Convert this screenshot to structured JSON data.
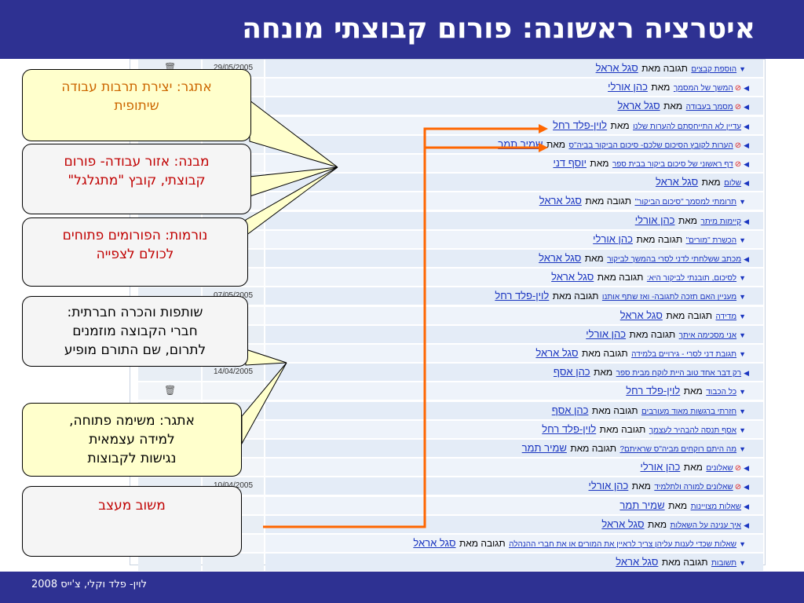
{
  "header": {
    "title": "איטרציה ראשונה: פורום קבוצתי מונחה",
    "bg": "#2e3192"
  },
  "footer": {
    "text": "לוין- פלד וקלי, צ'ייס 2008"
  },
  "callouts": [
    {
      "lines": [
        "אתגר: יצירת תרבות עבודה",
        "שיתופית"
      ],
      "color": "#cc6600"
    },
    {
      "lines": [
        "מבנה: אזור עבודה- פורום",
        "קבוצתי, קובץ \"מתגלגל\""
      ],
      "color": "#c00000"
    },
    {
      "lines": [
        "נורמות: הפורומים פתוחים",
        "לכולם לצפייה"
      ],
      "color": "#c00000"
    },
    {
      "lines": [
        "שותפות והכרה חברתית:",
        "חברי הקבוצה מוזמנים",
        "לתרום, שם התורם מופיע"
      ],
      "color": "#000000"
    },
    {
      "lines": [
        "אתגר: משימה פתוחה,",
        "למידה עצמאית",
        "נגישות לקבוצות"
      ],
      "color": "#000000"
    },
    {
      "lines": [
        "משוב מעצב"
      ],
      "color": "#c00000"
    }
  ],
  "forum": {
    "rows": [
      {
        "icon": "arrow-down",
        "subject": "הוספת קבצים",
        "mid": "תגובה מאת",
        "author": "סגל אראל",
        "date": "29/05/2005",
        "trash": true
      },
      {
        "icon": "arrow-left-red",
        "subject": "המשך של המסמך",
        "mid": "מאת",
        "author": "כהן אורלי",
        "date": "",
        "trash": false
      },
      {
        "icon": "arrow-left-red",
        "subject": "מסמך בעבודה",
        "mid": "מאת",
        "author": "סגל אראל",
        "date": "",
        "trash": false
      },
      {
        "icon": "arrow-left",
        "subject": "עדיין לא התייחסתם להערות שלנו",
        "mid": "מאת",
        "author": "לוין-פלד רחל",
        "date": "",
        "trash": false
      },
      {
        "icon": "arrow-left-red",
        "subject": "הערות לקובץ הסיכום שלכם- סיכום הביקור בביה\"ס",
        "mid": "מאת",
        "author": "שמיר תמר",
        "date": "",
        "trash": false
      },
      {
        "icon": "arrow-left-red",
        "subject": "דף ראשוני של סיכום ביקור בבית ספר",
        "mid": "מאת",
        "author": "יוסף דני",
        "date": "",
        "trash": false
      },
      {
        "icon": "arrow-left",
        "subject": "שלום",
        "mid": "מאת",
        "author": "סגל אראל",
        "date": "",
        "trash": false
      },
      {
        "icon": "arrow-down",
        "subject": "תרומתי למסמך \"סיכום הביקור\"",
        "mid": "תגובה מאת",
        "author": "סגל אראל",
        "date": "",
        "trash": false
      },
      {
        "icon": "arrow-left",
        "subject": "קיימות מיתר",
        "mid": "מאת",
        "author": "כהן אורלי",
        "date": "",
        "trash": false
      },
      {
        "icon": "arrow-down",
        "subject": "הכשרת \"מורים\"",
        "mid": "תגובה מאת",
        "author": "כהן אורלי",
        "date": "",
        "trash": false
      },
      {
        "icon": "arrow-left",
        "subject": "מכתב ששלחתי לדני לסרי בהמשך לביקור",
        "mid": "מאת",
        "author": "סגל אראל",
        "date": "",
        "trash": false
      },
      {
        "icon": "arrow-down",
        "subject": "לסיכום, תובנתי לביקור היא:",
        "mid": "תגובה מאת",
        "author": "סגל אראל",
        "date": "",
        "trash": false
      },
      {
        "icon": "arrow-down",
        "subject": "מעניין האם תזכה לתגובה- ואז שתף אותנו",
        "mid": "תגובה מאת",
        "author": "לוין-פלד רחל",
        "date": "07/05/2005",
        "trash": false
      },
      {
        "icon": "arrow-down",
        "subject": "מדידה",
        "mid": "תגובה מאת",
        "author": "סגל אראל",
        "date": "",
        "trash": false
      },
      {
        "icon": "arrow-down",
        "subject": "אני מסכימה איתך",
        "mid": "תגובה מאת",
        "author": "כהן אורלי",
        "date": "",
        "trash": false
      },
      {
        "icon": "arrow-down",
        "subject": "תגובת דני לסרי - גירויים בלמידה",
        "mid": "תגובה מאת",
        "author": "סגל אראל",
        "date": "",
        "trash": false
      },
      {
        "icon": "arrow-left",
        "subject": "רק דבר אחד טוב היית לוקח מבית ספר",
        "mid": "מאת",
        "author": "כהן אסף",
        "date": "14/04/2005",
        "trash": false
      },
      {
        "icon": "arrow-down",
        "subject": "כל הכבוד",
        "mid": "מאת",
        "author": "לוין-פלד רחל",
        "date": "",
        "trash": true
      },
      {
        "icon": "arrow-down",
        "subject": "חזרתי ברגשות מאוד מעורבים",
        "mid": "תגובה מאת",
        "author": "כהן אסף",
        "date": "",
        "trash": false
      },
      {
        "icon": "arrow-down",
        "subject": "אסף תנסה להבהיר לעצמך",
        "mid": "תגובה מאת",
        "author": "לוין-פלד רחל",
        "date": "",
        "trash": false
      },
      {
        "icon": "arrow-down",
        "subject": "מה היתם רוקחים מביה\"ס שראיתם?",
        "mid": "תגובה מאת",
        "author": "שמיר תמר",
        "date": "",
        "trash": false
      },
      {
        "icon": "arrow-left-red",
        "subject": "שאלונים",
        "mid": "מאת",
        "author": "כהן אורלי",
        "date": "",
        "trash": false
      },
      {
        "icon": "arrow-left-red",
        "subject": "שאלונים למורה ולתלמיד",
        "mid": "מאת",
        "author": "כהן אורלי",
        "date": "10/04/2005",
        "trash": false
      },
      {
        "icon": "arrow-left",
        "subject": "שאלות מצויינות",
        "mid": "מאת",
        "author": "שמיר תמר",
        "date": "",
        "trash": false
      },
      {
        "icon": "arrow-left",
        "subject": "איך ענינה על השאלות",
        "mid": "מאת",
        "author": "סגל אראל",
        "date": "",
        "trash": false
      },
      {
        "icon": "arrow-down",
        "subject": "שאלות שכדי לענות עליהן צריך לראיין את המורים או את חברי ההנהלה",
        "mid": "תגובה מאת",
        "author": "סגל אראל",
        "date": "",
        "trash": false
      },
      {
        "icon": "arrow-down",
        "subject": "תשובות",
        "mid": "תגובה מאת",
        "author": "סגל אראל",
        "date": "",
        "trash": false
      }
    ]
  },
  "colors": {
    "accent": "#2e3192",
    "connector": "#ff6600",
    "callout_line": "#000000",
    "callout_fill": "#ffffcc",
    "link": "#1a35c0"
  },
  "icons": {
    "down_arrow": "▼",
    "left_arrow": "◀",
    "red_mark": "⊘",
    "trash": "🗑"
  }
}
